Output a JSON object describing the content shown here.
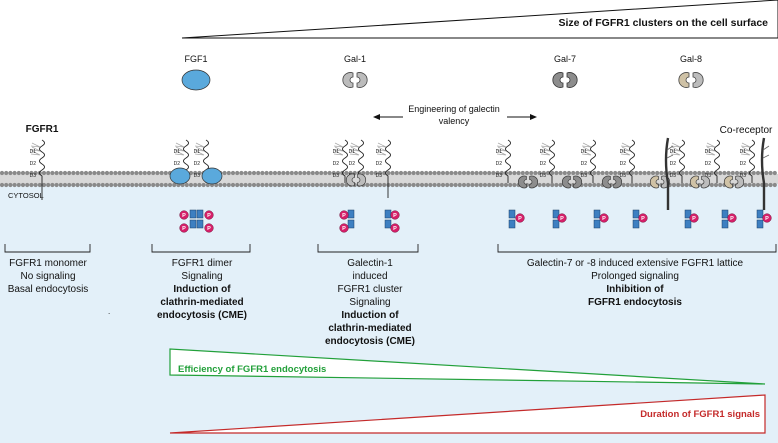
{
  "header": {
    "cluster_size_label": "Size of FGFR1 clusters on the cell surface"
  },
  "ligands": {
    "fgf1": "FGF1",
    "gal1": "Gal-1",
    "gal7": "Gal-7",
    "gal8": "Gal-8"
  },
  "engineering_label": "Engineering of galectin valency",
  "receptor_label": "FGFR1",
  "coreceptor_label": "Co-receptor",
  "cytosol_label": "CYTOSOL",
  "domain_labels": {
    "d1": "D1",
    "d2": "D2",
    "d3": "D3"
  },
  "phospho_label": "P",
  "states": {
    "monomer": {
      "line1": "FGFR1 monomer",
      "line2": "No signaling",
      "line3": "Basal endocytosis"
    },
    "dimer": {
      "line1": "FGFR1 dimer",
      "line2": "Signaling",
      "bold1": "Induction of",
      "bold2": "clathrin-mediated",
      "bold3": "endocytosis (CME)"
    },
    "gal1_cluster": {
      "line1": "Galectin-1",
      "line2": "induced",
      "line3": "FGFR1 cluster",
      "line4": "Signaling",
      "bold1": "Induction of",
      "bold2": "clathrin-mediated",
      "bold3": "endocytosis (CME)"
    },
    "lattice": {
      "line1": "Galectin-7 or -8 induced extensive FGFR1 lattice",
      "line2": "Prolonged signaling",
      "bold1": "Inhibition of",
      "bold2": "FGFR1 endocytosis"
    }
  },
  "efficiency_label": "Efficiency of FGFR1 endocytosis",
  "duration_label": "Duration of FGFR1 signals",
  "colors": {
    "cytosol": "#e3f0f9",
    "membrane_head": "#8a8a8a",
    "fgf1": "#5aa9dc",
    "phospho": "#d61f69",
    "kinase": "#3d7fc1",
    "gal1": "#bcbcbc",
    "gal7": "#8d8d8d",
    "gal8": "#cfc2a6",
    "efficiency": "#22a03a",
    "duration": "#c42a2a"
  }
}
